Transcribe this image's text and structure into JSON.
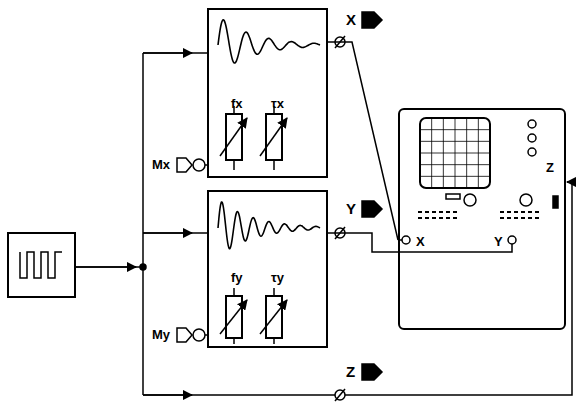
{
  "diagram": {
    "nodes": [
      {
        "text": [
          "fx",
          "τx"
        ]
      },
      {
        "text": [
          "fy",
          "τy"
        ]
      },
      {
        "text": [
          "X",
          "Y",
          "Z"
        ]
      }
    ],
    "edges": [
      {
        "from": 0,
        "to": 2,
        "arrow": "none"
      },
      {
        "from": 1,
        "to": 2,
        "arrow": "none"
      }
    ],
    "labels": [
      "X",
      "Y",
      "Z",
      "Mx",
      "My"
    ]
  }
}
